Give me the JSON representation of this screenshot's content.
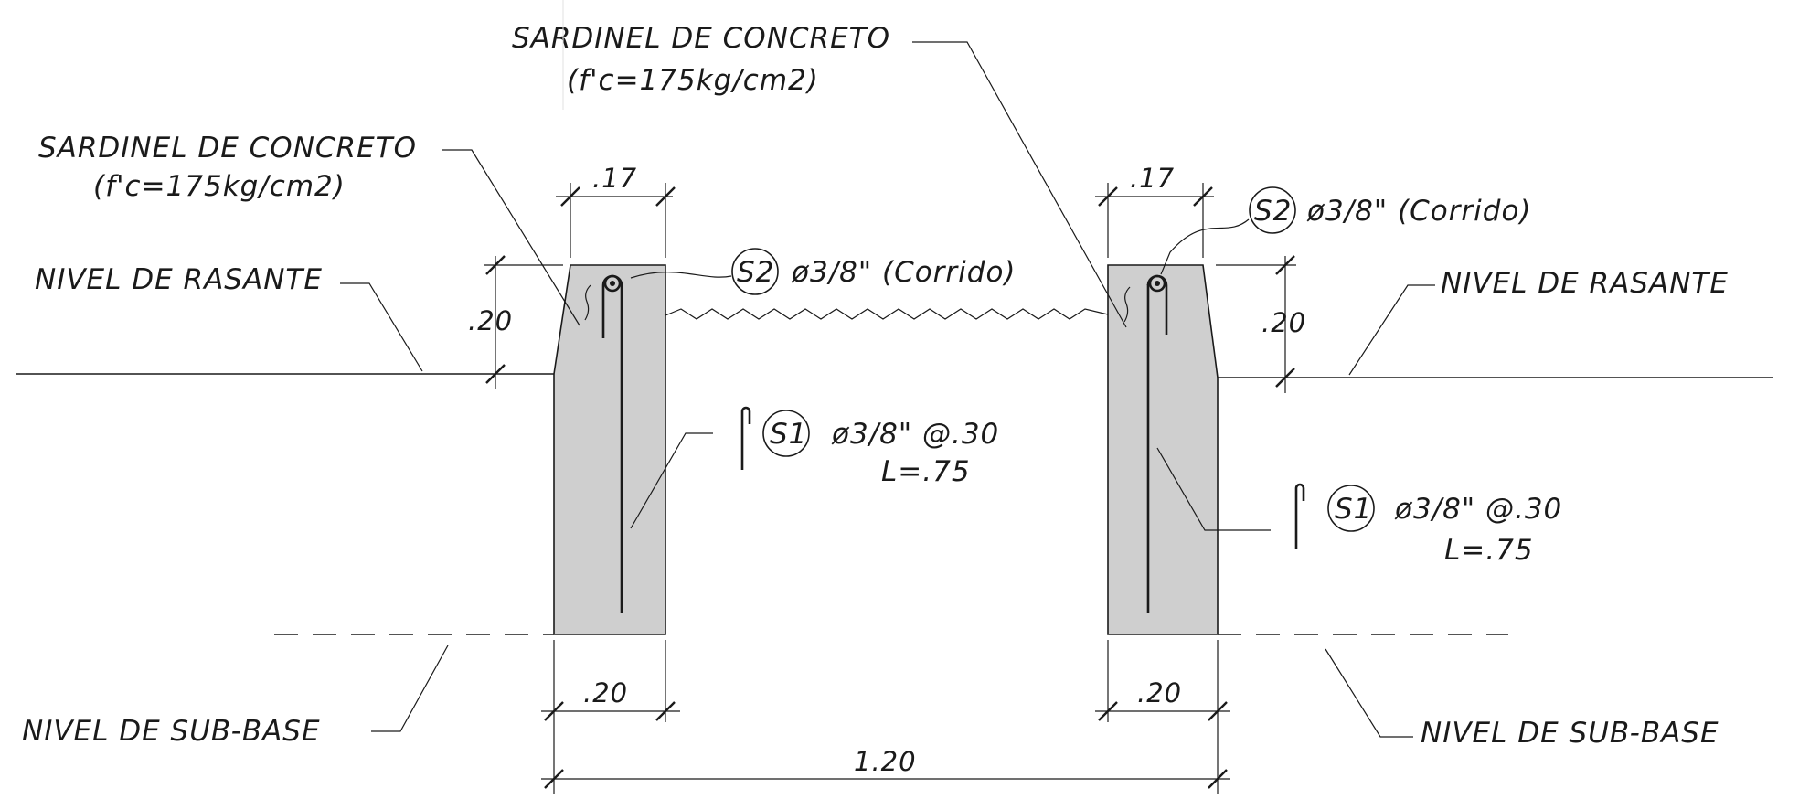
{
  "labels": {
    "sardinel_left": "SARDINEL DE CONCRETO",
    "sardinel_left_spec": "(f'c=175kg/cm2)",
    "sardinel_top": "SARDINEL DE CONCRETO",
    "sardinel_top_spec": "(f'c=175kg/cm2)",
    "rasante_left": "NIVEL DE RASANTE",
    "rasante_right": "NIVEL DE RASANTE",
    "subbase_left": "NIVEL DE SUB-BASE",
    "subbase_right": "NIVEL DE SUB-BASE"
  },
  "dimensions": {
    "top_width_left": ".17",
    "top_width_right": ".17",
    "height_left": ".20",
    "height_right": ".20",
    "base_width_left": ".20",
    "base_width_right": ".20",
    "total_width": "1.20"
  },
  "rebar": {
    "s2_left": {
      "tag": "S2",
      "spec": "ø3/8\" (Corrido)"
    },
    "s2_right": {
      "tag": "S2",
      "spec": "ø3/8\" (Corrido)"
    },
    "s1_left": {
      "tag": "S1",
      "spec": "ø3/8\" @.30",
      "length": "L=.75"
    },
    "s1_right": {
      "tag": "S1",
      "spec": "ø3/8\" @.30",
      "length": "L=.75"
    }
  },
  "colors": {
    "concrete_fill": "#cfcfcf",
    "line": "#1a1a1a"
  }
}
